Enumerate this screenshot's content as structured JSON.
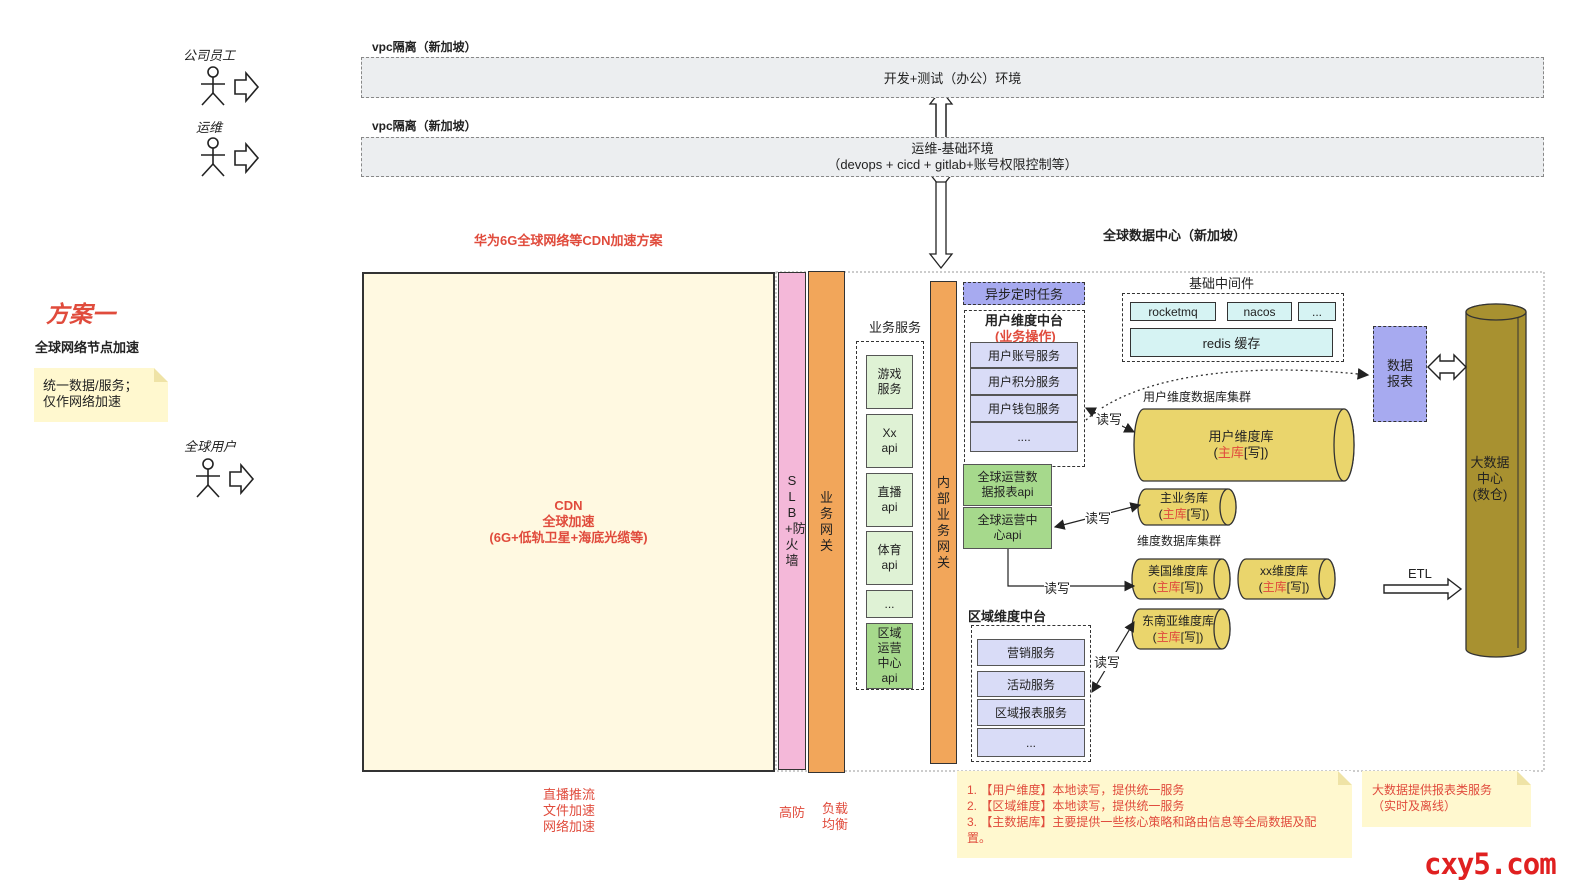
{
  "vpc1": {
    "label": "vpc隔离（新加坡）",
    "band": "开发+测试（办公）环境"
  },
  "vpc2": {
    "label": "vpc隔离（新加坡）",
    "band_line1": "运维-基础环境",
    "band_line2": "（devops + cicd + gitlab+账号权限控制等）"
  },
  "actors": {
    "staff": "公司员工",
    "ops": "运维",
    "users": "全球用户"
  },
  "plan": {
    "title": "方案一",
    "subtitle": "全球网络节点加速",
    "note_line1": "统一数据/服务；",
    "note_line2": "仅作网络加速"
  },
  "cdn_plan_title": "华为6G全球网络等CDN加速方案",
  "dc_title": "全球数据中心（新加坡）",
  "cdn": {
    "line1": "CDN",
    "line2": "全球加速",
    "line3": "(6G+低轨卫星+海底光缆等)"
  },
  "cdn_caption": {
    "line1": "直播推流",
    "line2": "文件加速",
    "line3": "网络加速"
  },
  "slb": {
    "label": "SLB+防火墙",
    "caption": "高防"
  },
  "biz_gateway": {
    "label": "业务网关",
    "caption_line1": "负载",
    "caption_line2": "均衡"
  },
  "internal_gateway": {
    "label": "内部业务网关"
  },
  "biz_services": {
    "title": "业务服务",
    "items": [
      {
        "line1": "游戏",
        "line2": "服务"
      },
      {
        "line1": "Xx",
        "line2": "api"
      },
      {
        "line1": "直播",
        "line2": "api"
      },
      {
        "line1": "体育",
        "line2": "api"
      },
      {
        "line1": "...",
        "line2": ""
      }
    ],
    "region_api": [
      "区域",
      "运营",
      "中心",
      "api"
    ]
  },
  "async_task": "异步定时任务",
  "user_platform": {
    "title": "用户维度中台",
    "subtitle_open": "(",
    "subtitle": "业务操作",
    "subtitle_close": ")",
    "items": [
      "用户账号服务",
      "用户积分服务",
      "用户钱包服务",
      "...."
    ]
  },
  "global_ops": {
    "report_line1": "全球运营数",
    "report_line2": "据报表api",
    "center_line1": "全球运营中",
    "center_line2": "心api"
  },
  "middleware": {
    "title": "基础中间件",
    "items": [
      "rocketmq",
      "nacos",
      "...",
      "redis 缓存"
    ]
  },
  "data_report": {
    "line1": "数据",
    "line2": "报表"
  },
  "big_data": {
    "line1": "大数据",
    "line2": "中心",
    "line3": "(数仓)"
  },
  "etl": "ETL",
  "user_db_cluster": "用户维度数据库集群",
  "dim_db_cluster": "维度数据库集群",
  "rw": "读写",
  "dbs": {
    "user": {
      "name": "用户维度库",
      "open": "(",
      "main": "主库",
      "write": "[写])"
    },
    "biz": {
      "name": "主业务库",
      "open": "(",
      "main": "主库",
      "write": "[写])"
    },
    "us": {
      "name": "美国维度库",
      "open": "(",
      "main": "主库",
      "write": "[写])"
    },
    "xx": {
      "name": "xx维度库",
      "open": "(",
      "main": "主库",
      "write": "[写])"
    },
    "sea": {
      "name": "东南亚维度库",
      "open": "(",
      "main": "主库",
      "write": "[写])"
    }
  },
  "region_platform": {
    "title": "区域维度中台",
    "items": [
      "营销服务",
      "活动服务",
      "区域报表服务",
      "..."
    ]
  },
  "notes": {
    "n1": "1. 【用户维度】本地读写，提供统一服务",
    "n2": "2. 【区域维度】本地读写，提供统一服务",
    "n3a": "3. 【主数据库】主要提供一些核心策略和路由信息等全局数据及配",
    "n3b": "置。",
    "bigdata_line1": "大数据提供报表类服务",
    "bigdata_line2": "（实时及离线）"
  },
  "watermark": "cxy5.com",
  "colors": {
    "red": "#e04b3c",
    "gateway": "#f2a65a",
    "slb": "#f4b8d9",
    "cdn": "#fff9e1",
    "db": "#ead56c",
    "bigdata": "#a89130"
  }
}
